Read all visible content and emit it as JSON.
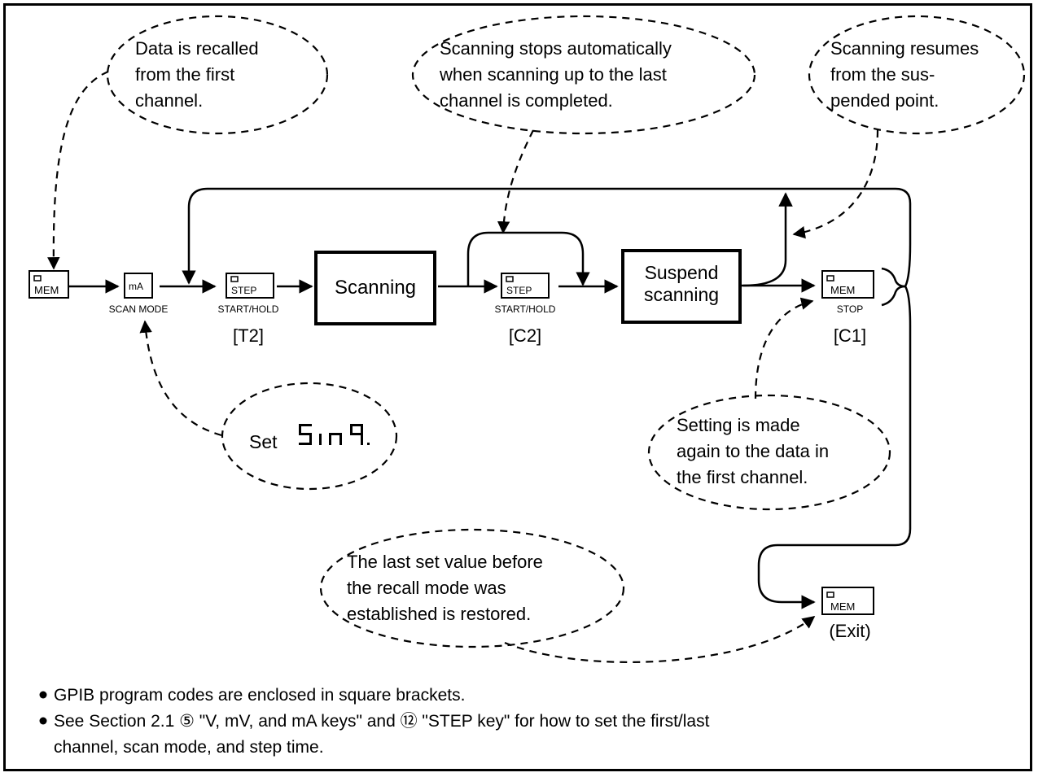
{
  "bubbles": {
    "recall_first": [
      "Data is recalled",
      "from the first",
      "channel."
    ],
    "scan_stops": [
      "Scanning stops automatically",
      "when scanning up to the last",
      "channel is completed."
    ],
    "scan_resumes": [
      "Scanning resumes",
      "from the sus-",
      "pended point."
    ],
    "set_prefix": "Set",
    "set_display": "Sinq.",
    "setting_again": [
      "Setting is made",
      "again to the data in",
      "the first channel."
    ],
    "last_value": [
      "The last set value before",
      "the recall mode was",
      "established is restored."
    ]
  },
  "keys": {
    "mem_1": "MEM",
    "ma": "mA",
    "ma_caption": "SCAN MODE",
    "step_1": "STEP",
    "step_1_caption": "START/HOLD",
    "step_1_code": "[T2]",
    "step_2": "STEP",
    "step_2_caption": "START/HOLD",
    "step_2_code": "[C2]",
    "mem_stop": "MEM",
    "mem_stop_caption": "STOP",
    "mem_stop_code": "[C1]",
    "mem_exit": "MEM",
    "mem_exit_caption": "(Exit)"
  },
  "states": {
    "scanning": "Scanning",
    "suspend": [
      "Suspend",
      "scanning"
    ]
  },
  "notes": [
    "GPIB program codes are enclosed in square brackets.",
    "See Section 2.1 ⑤ \"V, mV, and mA keys\" and ⑫ \"STEP key\" for how to set the first/last",
    "channel, scan mode, and step time."
  ]
}
